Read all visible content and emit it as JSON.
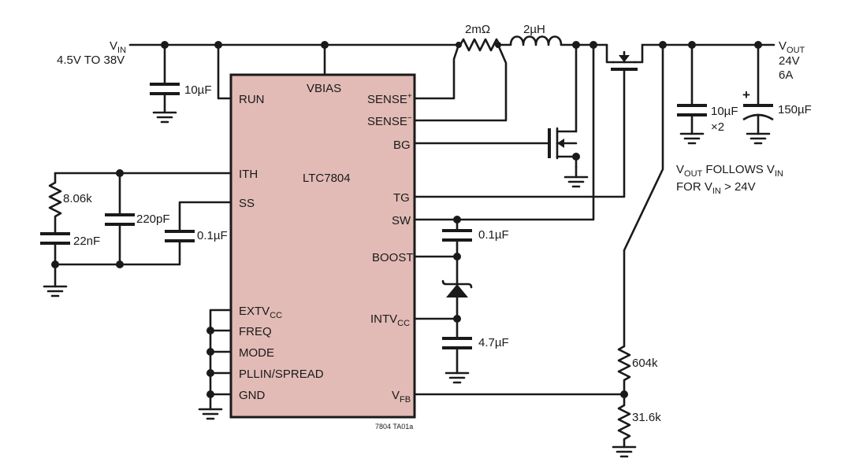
{
  "ic": {
    "name": "LTC7804",
    "pins": {
      "vbias": "VBIAS",
      "run": "RUN",
      "ith": "ITH",
      "ss": "SS",
      "extvcc": "EXTV",
      "extvcc_sub": "CC",
      "freq": "FREQ",
      "mode": "MODE",
      "pllin": "PLLIN/SPREAD",
      "gnd": "GND",
      "sense_p": "SENSE",
      "sense_p_sup": "+",
      "sense_n": "SENSE",
      "sense_n_sup": "−",
      "bg": "BG",
      "tg": "TG",
      "sw": "SW",
      "boost": "BOOST",
      "intvcc": "INTV",
      "intvcc_sub": "CC",
      "vfb": "V",
      "vfb_sub": "FB"
    }
  },
  "input": {
    "v": "V",
    "v_sub": "IN",
    "range": "4.5V TO 38V"
  },
  "output": {
    "v": "V",
    "v_sub": "OUT",
    "voltage": "24V",
    "current": "6A"
  },
  "note": {
    "line1_a": "V",
    "line1_sub": "OUT",
    "line1_b": " FOLLOWS V",
    "line1_sub2": "IN",
    "line2_a": "FOR V",
    "line2_sub": "IN",
    "line2_b": " > 24V"
  },
  "components": {
    "c_in": "10µF",
    "r_sense": "2mΩ",
    "inductor": "2µH",
    "c_out1": "10µF",
    "c_out1_mult": "×2",
    "c_out2": "150µF",
    "c_out2_polarity": "+",
    "r_ith": "8.06k",
    "c_ith1": "22nF",
    "c_ith2": "220pF",
    "c_ss": "0.1µF",
    "c_boost": "0.1µF",
    "c_intvcc": "4.7µF",
    "r_fb_top": "604k",
    "r_fb_bot": "31.6k"
  },
  "figure_id": "7804 TA01a",
  "colors": {
    "ic_fill": "#e2bbb6",
    "wire": "#1a1a1a"
  }
}
